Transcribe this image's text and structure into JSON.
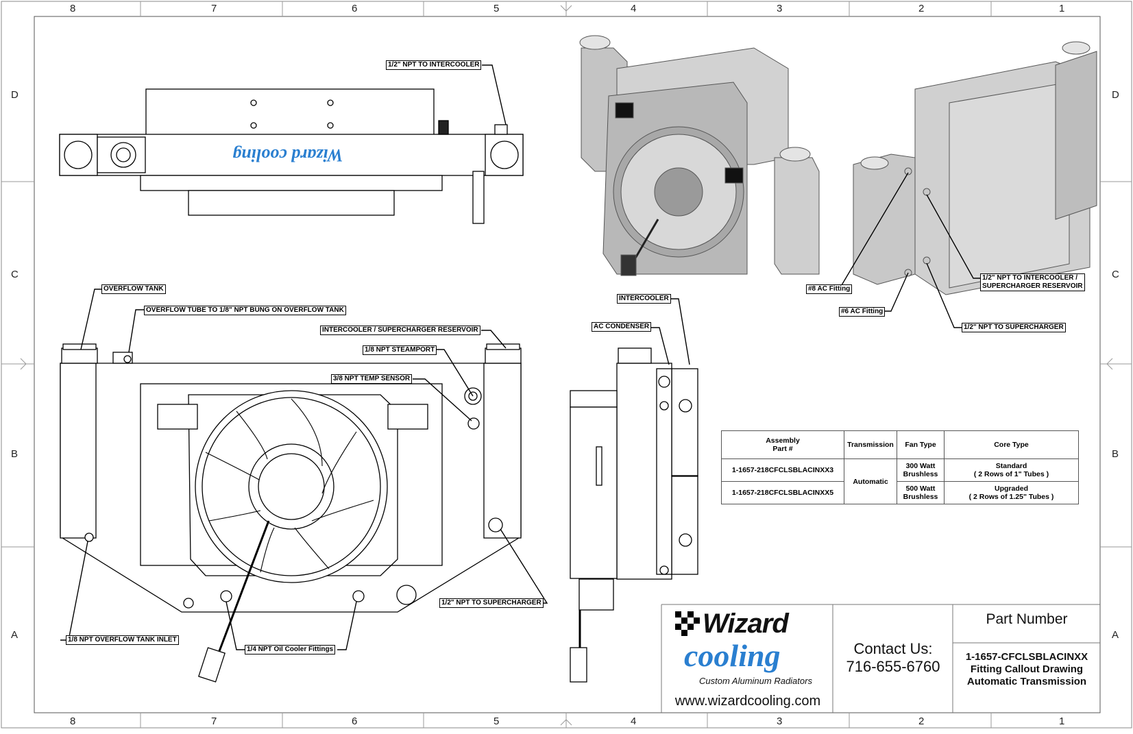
{
  "zones": {
    "columns": [
      "8",
      "7",
      "6",
      "5",
      "4",
      "3",
      "2",
      "1"
    ],
    "rows": [
      "D",
      "C",
      "B",
      "A"
    ]
  },
  "callouts": {
    "npt_to_intercooler_top": "1/2\" NPT TO INTERCOOLER",
    "overflow_tank": "OVERFLOW TANK",
    "overflow_tube": "OVERFLOW TUBE TO 1/8\" NPT BUNG ON OVERFLOW TANK",
    "reservoir": "INTERCOOLER / SUPERCHARGER RESERVOIR",
    "steamport": "1/8 NPT STEAMPORT",
    "temp_sensor": "3/8 NPT TEMP SENSOR",
    "overflow_inlet": "1/8 NPT OVERFLOW TANK INLET",
    "oil_cooler": "1/4 NPT Oil Cooler Fittings",
    "npt_to_supercharger_front": "1/2\" NPT TO SUPERCHARGER",
    "intercooler": "INTERCOOLER",
    "ac_condenser": "AC CONDENSER",
    "ac8": "#8 AC Fitting",
    "ac6": "#6 AC Fitting",
    "npt_intercooler_res_1": "1/2\" NPT TO INTERCOOLER /",
    "npt_intercooler_res_2": "SUPERCHARGER RESERVOIR",
    "npt_to_supercharger_iso": "1/2\" NPT TO SUPERCHARGER"
  },
  "logo_text": "Wizard cooling",
  "table": {
    "headers": [
      "Assembly Part #",
      "Transmission",
      "Fan Type",
      "Core Type"
    ],
    "header_assembly_l1": "Assembly",
    "header_assembly_l2": "Part #",
    "rows": [
      {
        "part": "1-1657-218CFCLSBLACINXX3",
        "fan_l1": "300 Watt",
        "fan_l2": "Brushless",
        "core_l1": "Standard",
        "core_l2": "( 2 Rows of 1\" Tubes )"
      },
      {
        "part": "1-1657-218CFCLSBLACINXX5",
        "fan_l1": "500 Watt",
        "fan_l2": "Brushless",
        "core_l1": "Upgraded",
        "core_l2": "( 2 Rows of 1.25\" Tubes )"
      }
    ],
    "transmission": "Automatic"
  },
  "title_block": {
    "logo_word1": "Wizard",
    "logo_word2": "cooling",
    "tagline": "Custom Aluminum Radiators",
    "website": "www.wizardcooling.com",
    "contact_label": "Contact Us:",
    "phone": "716-655-6760",
    "part_number_label": "Part Number",
    "part_number": "1-1657-CFCLSBLACINXX",
    "desc1": "Fitting Callout Drawing",
    "desc2": "Automatic Transmission"
  },
  "colors": {
    "line": "#000000",
    "metal": "#cfcfcf",
    "metal_dark": "#9a9a9a",
    "logo_blue": "#2a7fd0"
  }
}
